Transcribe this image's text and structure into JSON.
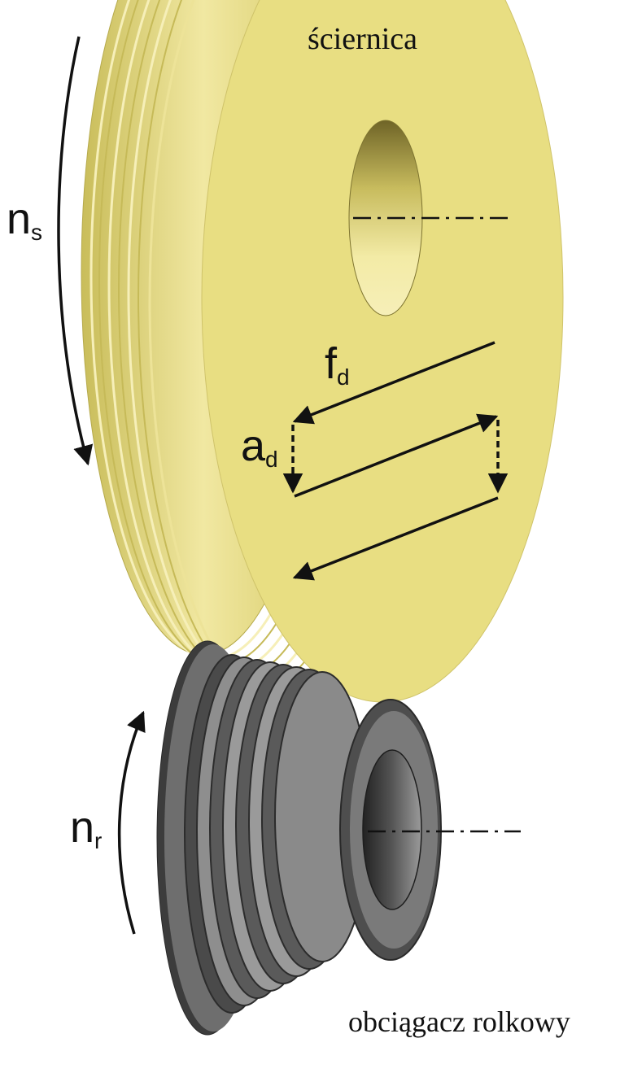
{
  "labels": {
    "wheel": "ściernica",
    "roller": "obciągacz rolkowy",
    "ns_main": "n",
    "ns_sub": "s",
    "nr_main": "n",
    "nr_sub": "r",
    "fd_main": "f",
    "fd_sub": "d",
    "ad_main": "a",
    "ad_sub": "d"
  },
  "colors": {
    "wheel_face": "#E8DE82",
    "wheel_edge": "#D8CC6A",
    "wheel_groove": "#F4EDB0",
    "roller_dark": "#3A3A3A",
    "roller_mid": "#6E6E6E",
    "roller_light": "#9A9A9A",
    "arrows": "#111111"
  },
  "icons": {
    "rotation_wheel": "curved-arrow-down-icon",
    "rotation_roller": "curved-arrow-up-icon"
  }
}
